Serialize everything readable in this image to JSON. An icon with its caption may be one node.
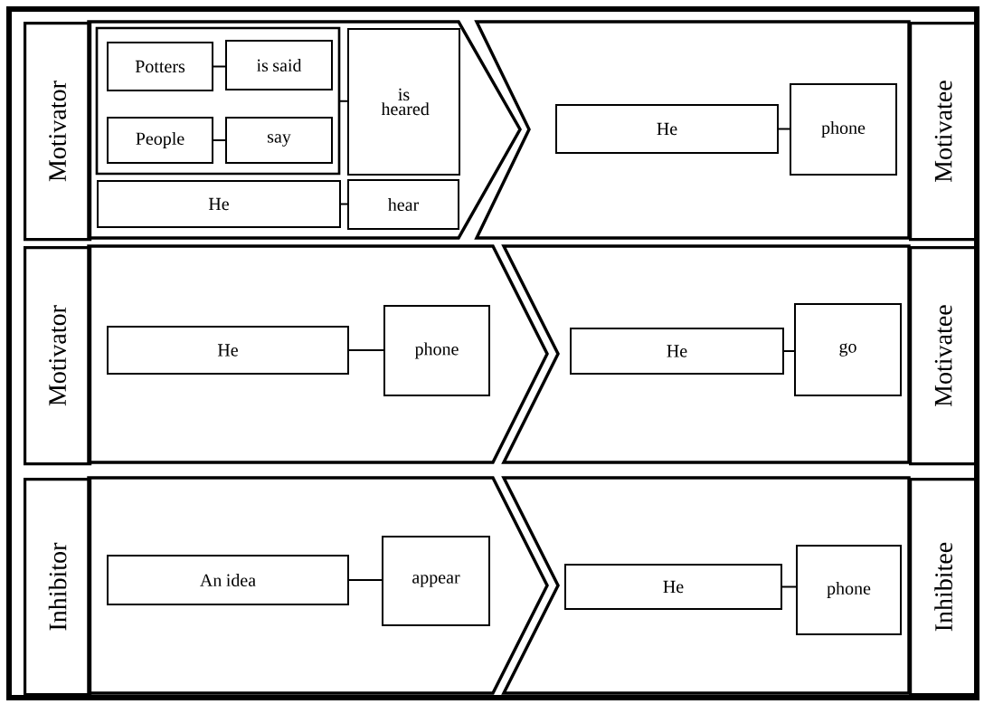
{
  "diagram": {
    "nodes": [
      {
        "text": [
          "Motivator"
        ]
      },
      {
        "text": [],
        "shape": "chevron"
      },
      {
        "text": [],
        "shape": "box",
        "in": 1
      },
      {
        "text": [
          "Potters"
        ],
        "in": 2
      },
      {
        "text": [
          "is said"
        ],
        "in": 2
      },
      {
        "text": [
          "People"
        ],
        "in": 2
      },
      {
        "text": [
          "say"
        ],
        "in": 2
      },
      {
        "text": [
          "is heared"
        ],
        "in": 1
      },
      {
        "text": [
          "He"
        ],
        "in": 1
      },
      {
        "text": [
          "hear"
        ],
        "in": 1
      },
      {
        "text": [],
        "shape": "chevron"
      },
      {
        "text": [
          "He"
        ],
        "in": 10
      },
      {
        "text": [
          "phone"
        ],
        "in": 10
      },
      {
        "text": [
          "Motivatee"
        ]
      },
      {
        "text": [
          "Motivator"
        ]
      },
      {
        "text": [],
        "shape": "chevron"
      },
      {
        "text": [
          "He"
        ],
        "in": 15
      },
      {
        "text": [
          "phone"
        ],
        "in": 15
      },
      {
        "text": [],
        "shape": "chevron"
      },
      {
        "text": [
          "He"
        ],
        "in": 18
      },
      {
        "text": [
          "go"
        ],
        "in": 18
      },
      {
        "text": [
          "Motivatee"
        ]
      },
      {
        "text": [
          "Inhibitor"
        ]
      },
      {
        "text": [],
        "shape": "chevron"
      },
      {
        "text": [
          "An idea"
        ],
        "in": 23
      },
      {
        "text": [
          "appear"
        ],
        "in": 23
      },
      {
        "text": [],
        "shape": "chevron"
      },
      {
        "text": [
          "He"
        ],
        "in": 26
      },
      {
        "text": [
          "phone"
        ],
        "in": 26
      },
      {
        "text": [
          "Inhibitee"
        ]
      }
    ],
    "edges": [
      {
        "from": 3,
        "to": 4,
        "arrow": "none"
      },
      {
        "from": 5,
        "to": 6,
        "arrow": "none"
      },
      {
        "from": 2,
        "to": 7,
        "arrow": "none"
      },
      {
        "from": 8,
        "to": 9,
        "arrow": "none"
      },
      {
        "from": 11,
        "to": 12,
        "arrow": "none"
      },
      {
        "from": 16,
        "to": 17,
        "arrow": "none"
      },
      {
        "from": 19,
        "to": 20,
        "arrow": "none"
      },
      {
        "from": 24,
        "to": 25,
        "arrow": "none"
      },
      {
        "from": 27,
        "to": 28,
        "arrow": "none"
      }
    ]
  }
}
